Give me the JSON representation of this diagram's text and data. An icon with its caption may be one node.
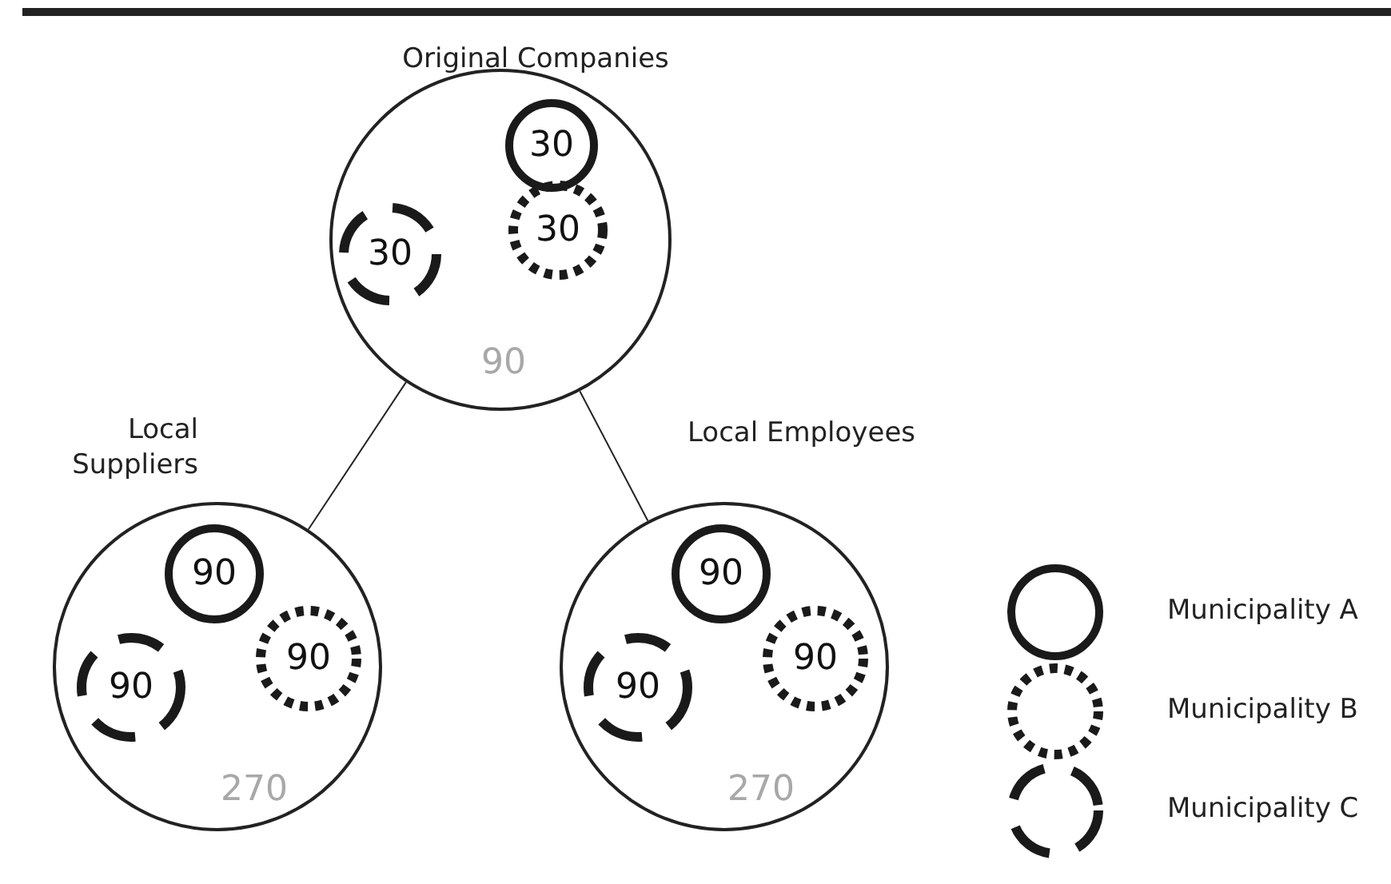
{
  "diagram": {
    "nodes": [
      {
        "text": [
          "Original Companies",
          "90"
        ]
      },
      {
        "text": [
          "30"
        ],
        "in": 0
      },
      {
        "text": [
          "30"
        ],
        "in": 0
      },
      {
        "text": [
          "30"
        ],
        "in": 0
      },
      {
        "text": [
          "270"
        ]
      },
      {
        "text": [
          "90"
        ],
        "in": 4
      },
      {
        "text": [
          "90"
        ],
        "in": 4
      },
      {
        "text": [
          "90"
        ],
        "in": 4
      },
      {
        "text": [
          "270"
        ]
      },
      {
        "text": [
          "90"
        ],
        "in": 8
      },
      {
        "text": [
          "90"
        ],
        "in": 8
      },
      {
        "text": [
          "90"
        ],
        "in": 8
      }
    ],
    "edges": [
      {
        "from": 0,
        "to": 4,
        "arrow": "none",
        "label": "Local Suppliers"
      },
      {
        "from": 0,
        "to": 8,
        "arrow": "none",
        "label": "Local Employees"
      }
    ],
    "legend": [
      {
        "text": "Municipality A"
      },
      {
        "text": "Municipality B"
      },
      {
        "text": "Municipality C"
      }
    ]
  }
}
